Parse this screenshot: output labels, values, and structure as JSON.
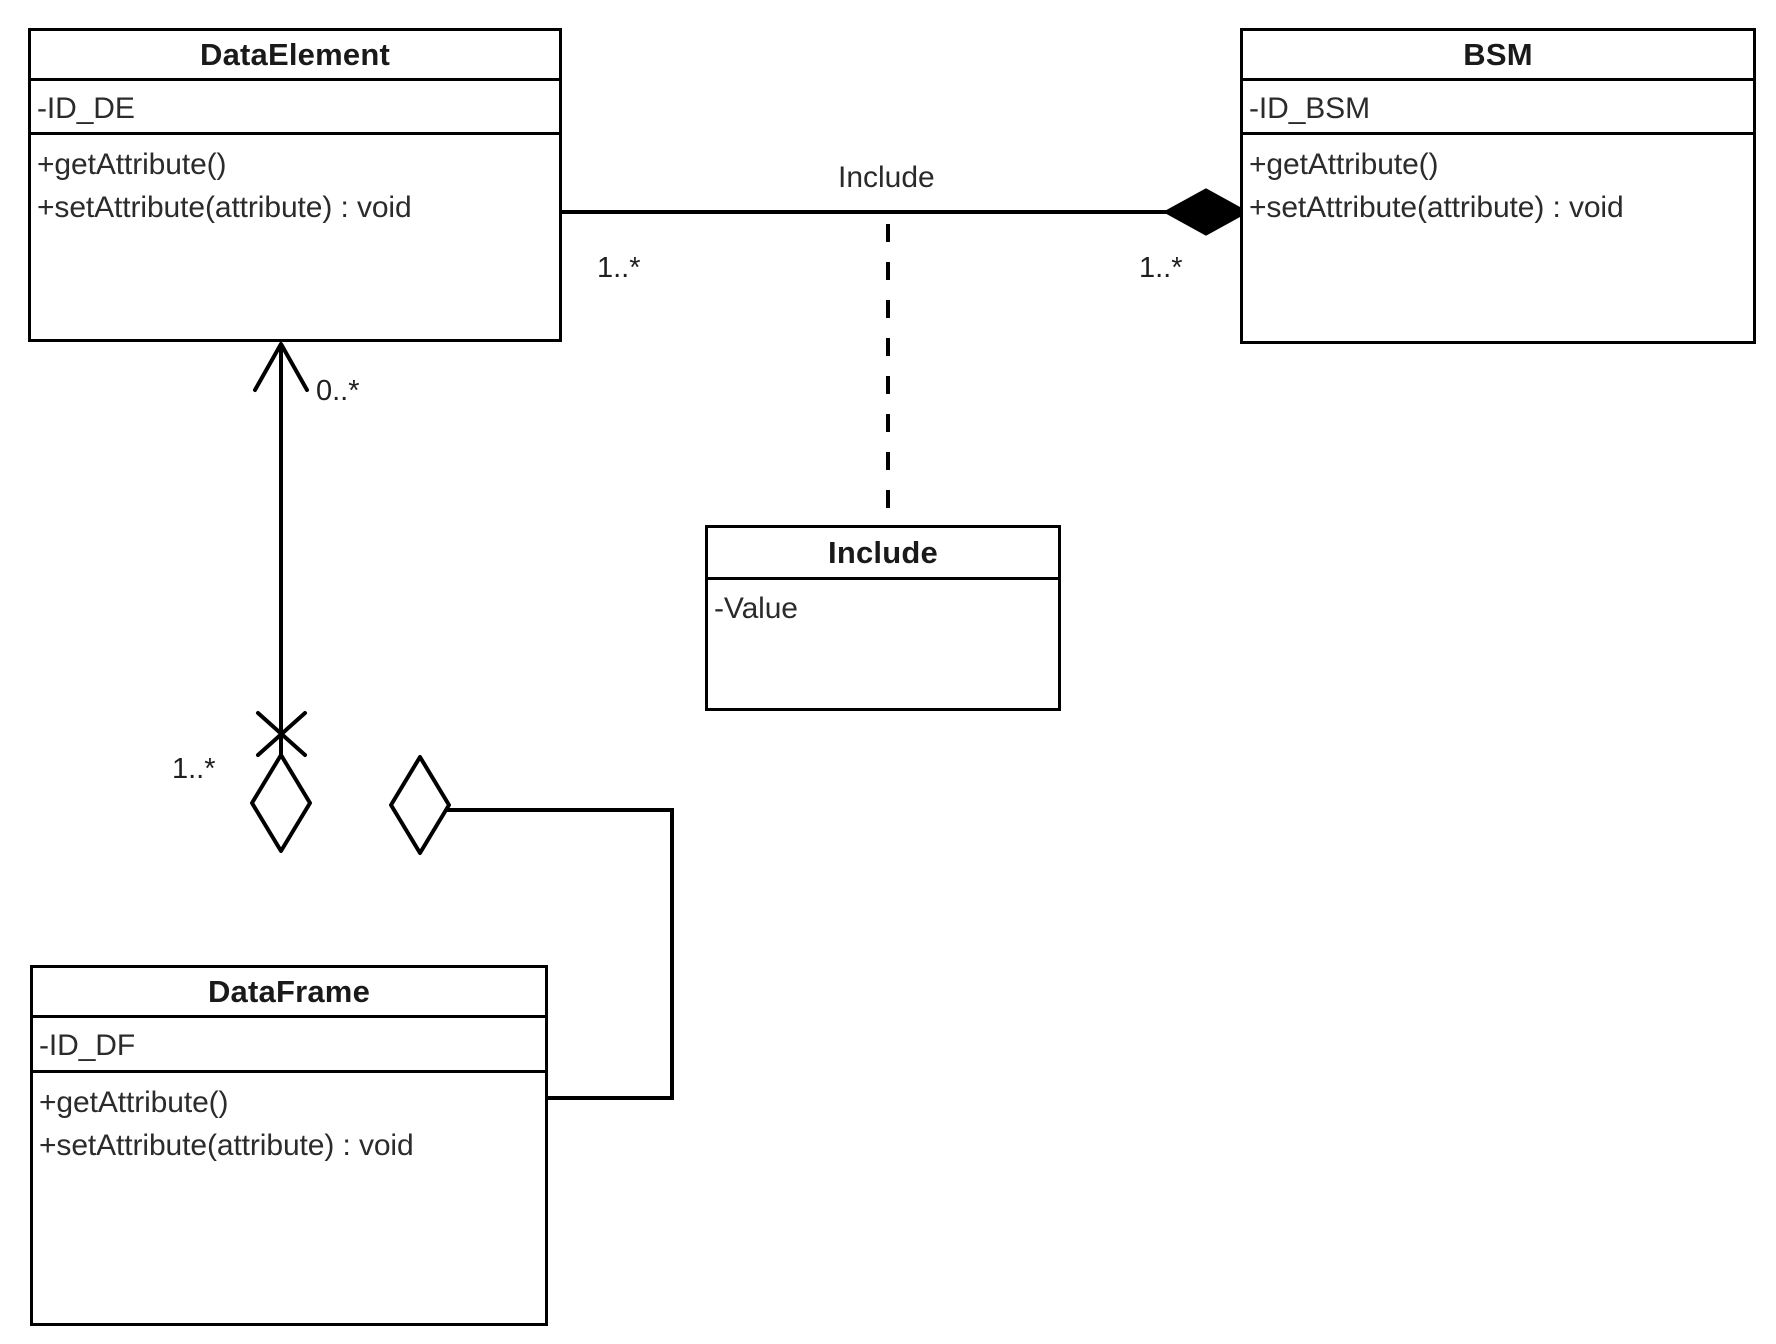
{
  "diagram": {
    "type": "uml-class-diagram",
    "background_color": "#ffffff",
    "line_color": "#000000",
    "text_color": "#1a1a1a"
  },
  "classes": [
    {
      "id": "data-element",
      "name": "DataElement",
      "attributes": [
        "-ID_DE"
      ],
      "operations": [
        "+getAttribute()",
        "+setAttribute(attribute) : void"
      ]
    },
    {
      "id": "bsm",
      "name": "BSM",
      "attributes": [
        "-ID_BSM"
      ],
      "operations": [
        "+getAttribute()",
        "+setAttribute(attribute) : void"
      ]
    },
    {
      "id": "include",
      "name": "Include",
      "attributes": [
        "-Value"
      ],
      "operations": []
    },
    {
      "id": "data-frame",
      "name": "DataFrame",
      "attributes": [
        "-ID_DF"
      ],
      "operations": [
        "+getAttribute()",
        "+setAttribute(attribute) : void"
      ]
    }
  ],
  "associations": [
    {
      "id": "dataelement-bsm",
      "name": "Include",
      "from": "DataElement",
      "to": "BSM",
      "from_multiplicity": "1..*",
      "to_multiplicity": "1..*",
      "end_decoration": "filled-diamond",
      "association_class": "Include",
      "connector": "dashed"
    },
    {
      "id": "dataframe-dataelement",
      "from": "DataFrame",
      "to": "DataElement",
      "from_multiplicity": "1..*",
      "to_multiplicity": "0..*",
      "end_decoration": "open-arrow",
      "aggregation": "hollow-diamond",
      "qualifier": "x-cross"
    },
    {
      "id": "dataframe-self",
      "from": "DataFrame",
      "to": "DataFrame",
      "end_decoration": "hollow-diamond"
    }
  ],
  "labels": {
    "assoc_include": "Include",
    "mult_de_bsm_left": "1..*",
    "mult_de_bsm_right": "1..*",
    "mult_de_df_top": "0..*",
    "mult_de_df_bottom": "1..*"
  }
}
